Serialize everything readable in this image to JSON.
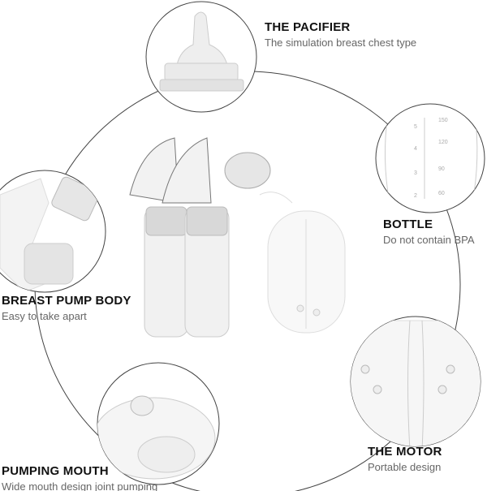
{
  "features": [
    {
      "title": "THE PACIFIER",
      "subtitle": "The simulation breast chest type"
    },
    {
      "title": "BOTTLE",
      "subtitle": "Do not contain BPA"
    },
    {
      "title": "BREAST PUMP BODY",
      "subtitle": "Easy to take apart"
    },
    {
      "title": "PUMPING MOUTH",
      "subtitle": "Wide mouth design joint pumping"
    },
    {
      "title": "THE MOTOR",
      "subtitle": "Portable design"
    }
  ],
  "bottle_markings": [
    "150",
    "120",
    "90",
    "60",
    "5",
    "4",
    "3",
    "2"
  ],
  "colors": {
    "line": "#444444",
    "product": "#e8e8e8",
    "product_edge": "#bdbdbd"
  }
}
